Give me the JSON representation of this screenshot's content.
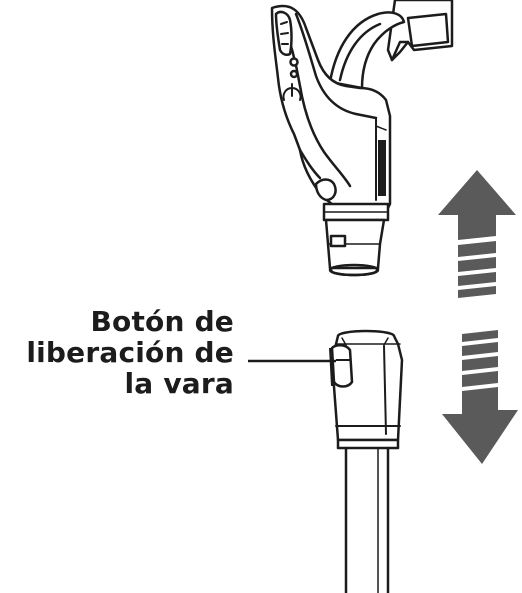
{
  "callout": {
    "lines": [
      "Botón de",
      "liberación de",
      "la vara"
    ]
  },
  "icons": {
    "up_arrow": "arrow-up-icon",
    "down_arrow": "arrow-down-icon"
  },
  "colors": {
    "line": "#1c1c1c",
    "arrow": "#5a5a5a",
    "background": "#ffffff"
  }
}
